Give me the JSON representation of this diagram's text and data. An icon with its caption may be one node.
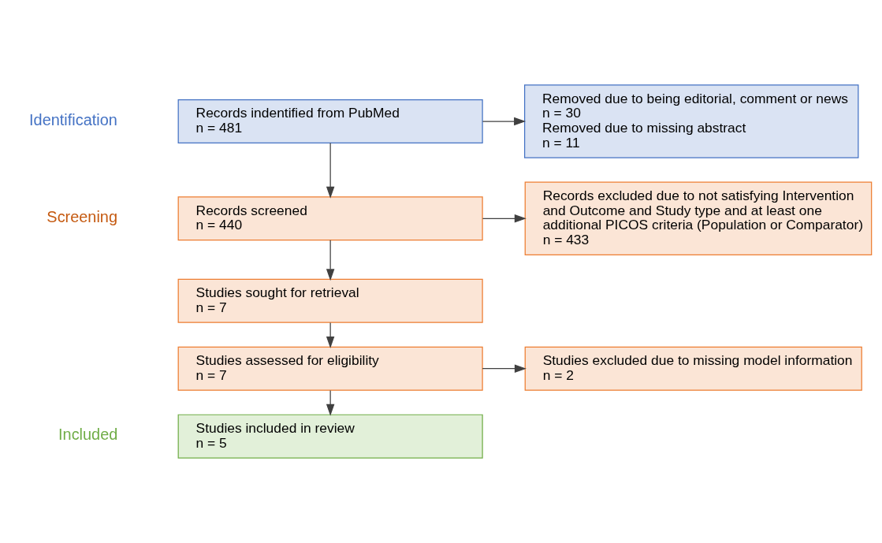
{
  "diagram": {
    "nodes": [
      {
        "text": [
          "Records indentified from PubMed",
          "n = 481"
        ]
      },
      {
        "text": [
          "Removed due to being editorial, comment or news",
          "n = 30",
          "Removed due to missing abstract",
          "n = 11"
        ]
      },
      {
        "text": [
          "Records screened",
          "n = 440"
        ]
      },
      {
        "text": [
          "Records excluded due to not satisfying Intervention and Outcome and Study type and at least one additional PICOS criteria (Population or Comparator)",
          "n = 433"
        ]
      },
      {
        "text": [
          "Studies sought for retrieval",
          "n = 7"
        ]
      },
      {
        "text": [
          "Studies assessed for eligibility",
          "n = 7"
        ]
      },
      {
        "text": [
          "Studies excluded due to missing model information",
          "n = 2"
        ]
      },
      {
        "text": [
          "Studies included in review",
          "n = 5"
        ]
      }
    ],
    "edges": [
      {
        "from": 0,
        "to": 1,
        "arrow": "to"
      },
      {
        "from": 0,
        "to": 2,
        "arrow": "to"
      },
      {
        "from": 2,
        "to": 3,
        "arrow": "to"
      },
      {
        "from": 2,
        "to": 4,
        "arrow": "to"
      },
      {
        "from": 4,
        "to": 5,
        "arrow": "to"
      },
      {
        "from": 5,
        "to": 6,
        "arrow": "to"
      },
      {
        "from": 5,
        "to": 7,
        "arrow": "to"
      }
    ],
    "labels": [
      "Identification",
      "Screening",
      "Included"
    ]
  }
}
